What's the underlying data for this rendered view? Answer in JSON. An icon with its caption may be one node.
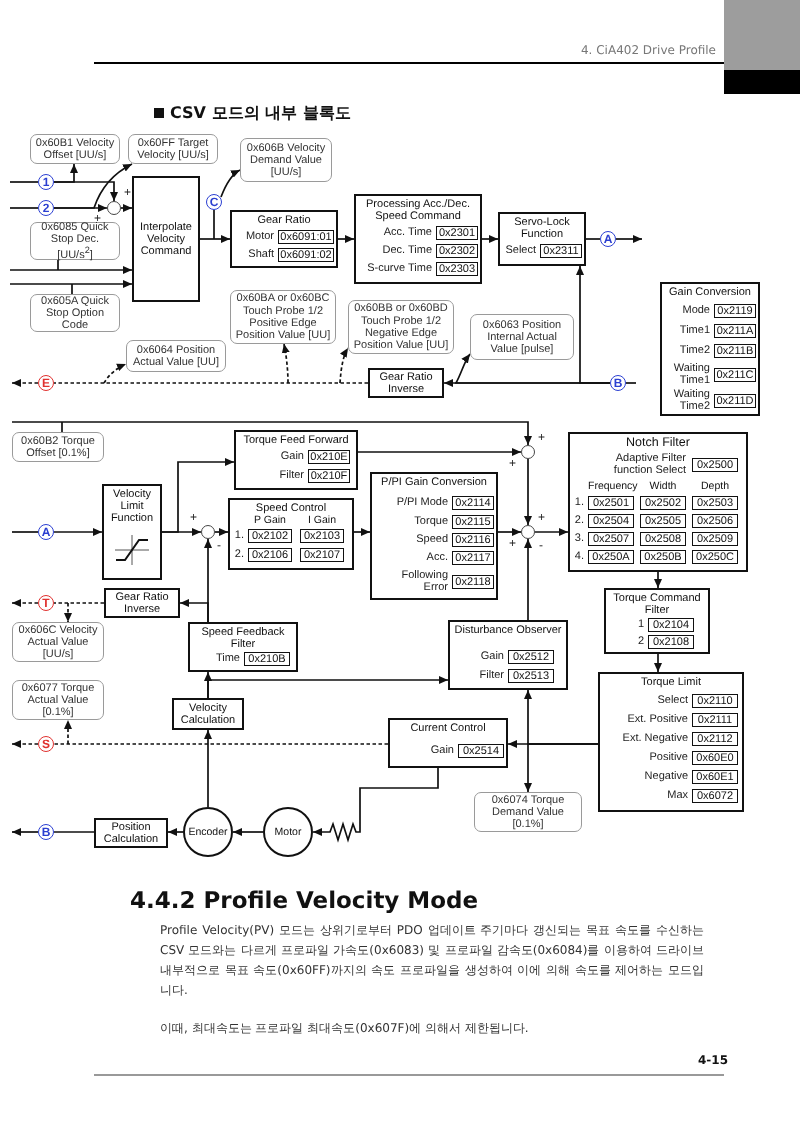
{
  "diagram": {
    "title": "CSV 모드의 내부 블록도",
    "nodes": [
      {
        "text": [
          "0x60B1 Velocity Offset [UU/s]"
        ]
      },
      {
        "text": [
          "0x60FF Target Velocity [UU/s]"
        ]
      },
      {
        "text": [
          "0x606B Velocity Demand Value [UU/s]"
        ]
      },
      {
        "text": [
          "1"
        ]
      },
      {
        "text": [
          "2"
        ]
      },
      {
        "text": [
          "C"
        ]
      },
      {
        "text": [],
        "shape": "circle",
        "beside": [
          "+",
          "+"
        ]
      },
      {
        "text": [
          "Interpolate Velocity Command"
        ]
      },
      {
        "text": [
          "0x6085 Quick Stop Dec. [UU/s$^{2}$]"
        ]
      },
      {
        "text": [
          "0x605A Quick Stop Option Code"
        ]
      },
      {
        "text": [
          "Gear Ratio"
        ]
      },
      {
        "text": [
          "0x6091:01"
        ],
        "beside": [
          "Motor"
        ],
        "in": 10
      },
      {
        "text": [
          "0x6091:02"
        ],
        "beside": [
          "Shaft"
        ],
        "in": 10
      },
      {
        "text": [
          "Processing Acc./Dec. Speed Command"
        ]
      },
      {
        "text": [
          "0x2301"
        ],
        "beside": [
          "Acc. Time"
        ],
        "in": 13
      },
      {
        "text": [
          "0x2302"
        ],
        "beside": [
          "Dec. Time"
        ],
        "in": 13
      },
      {
        "text": [
          "0x2303"
        ],
        "beside": [
          "S-curve Time"
        ],
        "in": 13
      },
      {
        "text": [
          "Servo-Lock Function"
        ]
      },
      {
        "text": [
          "0x2311"
        ],
        "beside": [
          "Select"
        ],
        "in": 17
      },
      {
        "text": [
          "A"
        ]
      },
      {
        "text": [
          "0x60BA or 0x60BC Touch Probe 1/2 Positive Edge Position Value [UU]"
        ]
      },
      {
        "text": [
          "0x60BB or 0x60BD Touch Probe 1/2 Negative Edge Position Value [UU]"
        ]
      },
      {
        "text": [
          "0x6064 Position Actual Value [UU]"
        ]
      },
      {
        "text": [
          "0x6063 Position Internal Actual Value [pulse]"
        ]
      },
      {
        "text": [
          "Gear Ratio Inverse"
        ]
      },
      {
        "text": [
          "E"
        ]
      },
      {
        "text": [
          "B"
        ]
      },
      {
        "text": [
          "Gain Conversion"
        ]
      },
      {
        "text": [
          "0x2119"
        ],
        "beside": [
          "Mode"
        ],
        "in": 27
      },
      {
        "text": [
          "0x211A"
        ],
        "beside": [
          "Time1"
        ],
        "in": 27
      },
      {
        "text": [
          "0x211B"
        ],
        "beside": [
          "Time2"
        ],
        "in": 27
      },
      {
        "text": [
          "0x211C"
        ],
        "beside": [
          "Waiting Time1"
        ],
        "in": 27
      },
      {
        "text": [
          "0x211D"
        ],
        "beside": [
          "Waiting Time2"
        ],
        "in": 27
      },
      {
        "text": [
          "0x60B2 Torque Offset [0.1%]"
        ]
      },
      {
        "text": [
          "Velocity Limit Function"
        ]
      },
      {
        "text": [
          "Torque Feed Forward"
        ]
      },
      {
        "text": [
          "0x210E"
        ],
        "beside": [
          "Gain"
        ],
        "in": 35
      },
      {
        "text": [
          "0x210F"
        ],
        "beside": [
          "Filter"
        ],
        "in": 35
      },
      {
        "text": [
          "A"
        ]
      },
      {
        "text": [],
        "shape": "circle",
        "beside": [
          "+",
          "-"
        ]
      },
      {
        "text": [
          "Speed Control",
          "P Gain",
          "I Gain"
        ]
      },
      {
        "text": [
          "0x2102"
        ],
        "beside": [
          "1."
        ],
        "in": 40
      },
      {
        "text": [
          "0x2103"
        ],
        "in": 40
      },
      {
        "text": [
          "0x2106"
        ],
        "beside": [
          "2."
        ],
        "in": 40
      },
      {
        "text": [
          "0x2107"
        ],
        "in": 40
      },
      {
        "text": [
          "P/PI Gain Conversion"
        ]
      },
      {
        "text": [
          "0x2114"
        ],
        "beside": [
          "P/PI Mode"
        ],
        "in": 45
      },
      {
        "text": [
          "0x2115"
        ],
        "beside": [
          "Torque"
        ],
        "in": 45
      },
      {
        "text": [
          "0x2116"
        ],
        "beside": [
          "Speed"
        ],
        "in": 45
      },
      {
        "text": [
          "0x2117"
        ],
        "beside": [
          "Acc."
        ],
        "in": 45
      },
      {
        "text": [
          "0x2118"
        ],
        "beside": [
          "Following Error"
        ],
        "in": 45
      },
      {
        "text": [],
        "shape": "circle",
        "beside": [
          "+",
          "+"
        ]
      },
      {
        "text": [],
        "shape": "circle",
        "beside": [
          "+",
          "+",
          "-"
        ]
      },
      {
        "text": [
          "Notch Filter",
          "Frequency",
          "Width",
          "Depth"
        ]
      },
      {
        "text": [
          "0x2500"
        ],
        "beside": [
          "Adaptive Filter function Select"
        ],
        "in": 53
      },
      {
        "text": [
          "0x2501"
        ],
        "beside": [
          "1."
        ],
        "in": 53
      },
      {
        "text": [
          "0x2502"
        ],
        "in": 53
      },
      {
        "text": [
          "0x2503"
        ],
        "in": 53
      },
      {
        "text": [
          "0x2504"
        ],
        "beside": [
          "2."
        ],
        "in": 53
      },
      {
        "text": [
          "0x2505"
        ],
        "in": 53
      },
      {
        "text": [
          "0x2506"
        ],
        "in": 53
      },
      {
        "text": [
          "0x2507"
        ],
        "beside": [
          "3."
        ],
        "in": 53
      },
      {
        "text": [
          "0x2508"
        ],
        "in": 53
      },
      {
        "text": [
          "0x2509"
        ],
        "in": 53
      },
      {
        "text": [
          "0x250A"
        ],
        "beside": [
          "4."
        ],
        "in": 53
      },
      {
        "text": [
          "0x250B"
        ],
        "in": 53
      },
      {
        "text": [
          "0x250C"
        ],
        "in": 53
      },
      {
        "text": [
          "Torque Command Filter"
        ]
      },
      {
        "text": [
          "0x2104"
        ],
        "beside": [
          "1"
        ],
        "in": 67
      },
      {
        "text": [
          "0x2108"
        ],
        "beside": [
          "2"
        ],
        "in": 67
      },
      {
        "text": [
          "Torque Limit"
        ]
      },
      {
        "text": [
          "0x2110"
        ],
        "beside": [
          "Select"
        ],
        "in": 70
      },
      {
        "text": [
          "0x2111"
        ],
        "beside": [
          "Ext. Positive"
        ],
        "in": 70
      },
      {
        "text": [
          "0x2112"
        ],
        "beside": [
          "Ext. Negative"
        ],
        "in": 70
      },
      {
        "text": [
          "0x60E0"
        ],
        "beside": [
          "Positive"
        ],
        "in": 70
      },
      {
        "text": [
          "0x60E1"
        ],
        "beside": [
          "Negative"
        ],
        "in": 70
      },
      {
        "text": [
          "0x6072"
        ],
        "beside": [
          "Max"
        ],
        "in": 70
      },
      {
        "text": [
          "Disturbance Observer"
        ]
      },
      {
        "text": [
          "0x2512"
        ],
        "beside": [
          "Gain"
        ],
        "in": 77
      },
      {
        "text": [
          "0x2513"
        ],
        "beside": [
          "Filter"
        ],
        "in": 77
      },
      {
        "text": [
          "Current Control"
        ]
      },
      {
        "text": [
          "0x2514"
        ],
        "beside": [
          "Gain"
        ],
        "in": 80
      },
      {
        "text": [
          "0x6074 Torque Demand Value [0.1%]"
        ]
      },
      {
        "text": [
          "T"
        ]
      },
      {
        "text": [
          "Gear Ratio Inverse"
        ]
      },
      {
        "text": [
          "0x606C Velocity Actual Value [UU/s]"
        ]
      },
      {
        "text": [
          "Speed Feedback Filter"
        ]
      },
      {
        "text": [
          "0x210B"
        ],
        "beside": [
          "Time"
        ],
        "in": 86
      },
      {
        "text": [
          "0x6077 Torque Actual Value [0.1%]"
        ]
      },
      {
        "text": [
          "Velocity Calculation"
        ]
      },
      {
        "text": [
          "S"
        ]
      },
      {
        "text": [
          "B"
        ]
      },
      {
        "text": [
          "Position Calculation"
        ]
      },
      {
        "text": [
          "Encoder"
        ]
      },
      {
        "text": [
          "Motor"
        ]
      }
    ],
    "edges": [
      {
        "from": null,
        "to": 3,
        "arrow": "none"
      },
      {
        "from": 3,
        "to": 0,
        "arrow": "to"
      },
      {
        "from": 3,
        "to": 6,
        "arrow": "to"
      },
      {
        "from": null,
        "to": 4,
        "arrow": "none"
      },
      {
        "from": 4,
        "to": 1,
        "arrow": "to"
      },
      {
        "from": 4,
        "to": 6,
        "arrow": "to"
      },
      {
        "from": 6,
        "to": 7,
        "arrow": "to"
      },
      {
        "from": 8,
        "to": 7,
        "arrow": "to"
      },
      {
        "from": 9,
        "to": 7,
        "arrow": "to"
      },
      {
        "from": 7,
        "to": 10,
        "arrow": "to"
      },
      {
        "from": 7,
        "to": 5,
        "arrow": "none"
      },
      {
        "from": 5,
        "to": 2,
        "arrow": "to"
      },
      {
        "from": 10,
        "to": 13,
        "arrow": "to"
      },
      {
        "from": 13,
        "to": 17,
        "arrow": "to"
      },
      {
        "from": 17,
        "to": 19,
        "arrow": "none"
      },
      {
        "from": 19,
        "to": null,
        "arrow": "to"
      },
      {
        "from": null,
        "to": 26,
        "arrow": "none"
      },
      {
        "from": 26,
        "to": 24,
        "arrow": "to"
      },
      {
        "from": 26,
        "to": 17,
        "arrow": "to"
      },
      {
        "from": 26,
        "to": 23,
        "arrow": "to"
      },
      {
        "from": 24,
        "to": 25,
        "arrow": "none",
        "style": "dashed"
      },
      {
        "from": 25,
        "to": null,
        "arrow": "to",
        "style": "dashed"
      },
      {
        "from": 24,
        "to": 22,
        "arrow": "to",
        "style": "dashed"
      },
      {
        "from": 24,
        "to": 20,
        "arrow": "to",
        "style": "dashed"
      },
      {
        "from": 24,
        "to": 21,
        "arrow": "to",
        "style": "dashed"
      },
      {
        "from": 33,
        "to": 51,
        "arrow": "to"
      },
      {
        "from": null,
        "to": 38,
        "arrow": "none"
      },
      {
        "from": 38,
        "to": 34,
        "arrow": "to"
      },
      {
        "from": 34,
        "to": 39,
        "arrow": "to"
      },
      {
        "from": 34,
        "to": 35,
        "arrow": "to"
      },
      {
        "from": 35,
        "to": 51,
        "arrow": "to"
      },
      {
        "from": 39,
        "to": 40,
        "arrow": "to"
      },
      {
        "from": 40,
        "to": 45,
        "arrow": "to"
      },
      {
        "from": 45,
        "to": 52,
        "arrow": "to"
      },
      {
        "from": 51,
        "to": 52,
        "arrow": "to"
      },
      {
        "from": 52,
        "to": 53,
        "arrow": "to"
      },
      {
        "from": 53,
        "to": 67,
        "arrow": "to"
      },
      {
        "from": 67,
        "to": 70,
        "arrow": "to"
      },
      {
        "from": 70,
        "to": 80,
        "arrow": "to"
      },
      {
        "from": 70,
        "to": 77,
        "arrow": "to"
      },
      {
        "from": 70,
        "to": 82,
        "arrow": "to"
      },
      {
        "from": 77,
        "to": 52,
        "arrow": "to"
      },
      {
        "from": 86,
        "to": 39,
        "arrow": "to"
      },
      {
        "from": 86,
        "to": 84,
        "arrow": "to"
      },
      {
        "from": 84,
        "to": 83,
        "arrow": "none",
        "style": "dashed"
      },
      {
        "from": 83,
        "to": null,
        "arrow": "to",
        "style": "dashed"
      },
      {
        "from": 84,
        "to": 85,
        "arrow": "to",
        "style": "dashed"
      },
      {
        "from": 89,
        "to": 86,
        "arrow": "to"
      },
      {
        "from": 89,
        "to": 77,
        "arrow": "to"
      },
      {
        "from": 93,
        "to": 89,
        "arrow": "to"
      },
      {
        "from": 80,
        "to": 90,
        "arrow": "none",
        "style": "dashed"
      },
      {
        "from": 90,
        "to": null,
        "arrow": "to",
        "style": "dashed"
      },
      {
        "from": 80,
        "to": 88,
        "arrow": "to",
        "style": "dashed"
      },
      {
        "from": 80,
        "to": 94,
        "arrow": "to"
      },
      {
        "from": 94,
        "to": 93,
        "arrow": "to"
      },
      {
        "from": 93,
        "to": 92,
        "arrow": "to"
      },
      {
        "from": 92,
        "to": 91,
        "arrow": "none"
      },
      {
        "from": 91,
        "to": null,
        "arrow": "to"
      }
    ],
    "labels": [
      "4. CiA402 Drive Profile",
      "4.4.2 Profile Velocity Mode",
      "Profile Velocity(PV) 모드는 상위기로부터 PDO 업데이트 주기마다 갱신되는 목표 속도를 수신하는 CSV 모드와는 다르게 프로파일 가속도(0x6083) 및 프로파일 감속도(0x6084)를 이용하여 드라이브 내부적으로 목표 속도(0x60FF)까지의 속도 프로파일을 생성하여 이에 의해 속도를 제어하는 모드입니다.",
      "이때, 최대속도는 프로파일 최대속도(0x607F)에 의해서 제한됩니다.",
      "4-15"
    ]
  }
}
